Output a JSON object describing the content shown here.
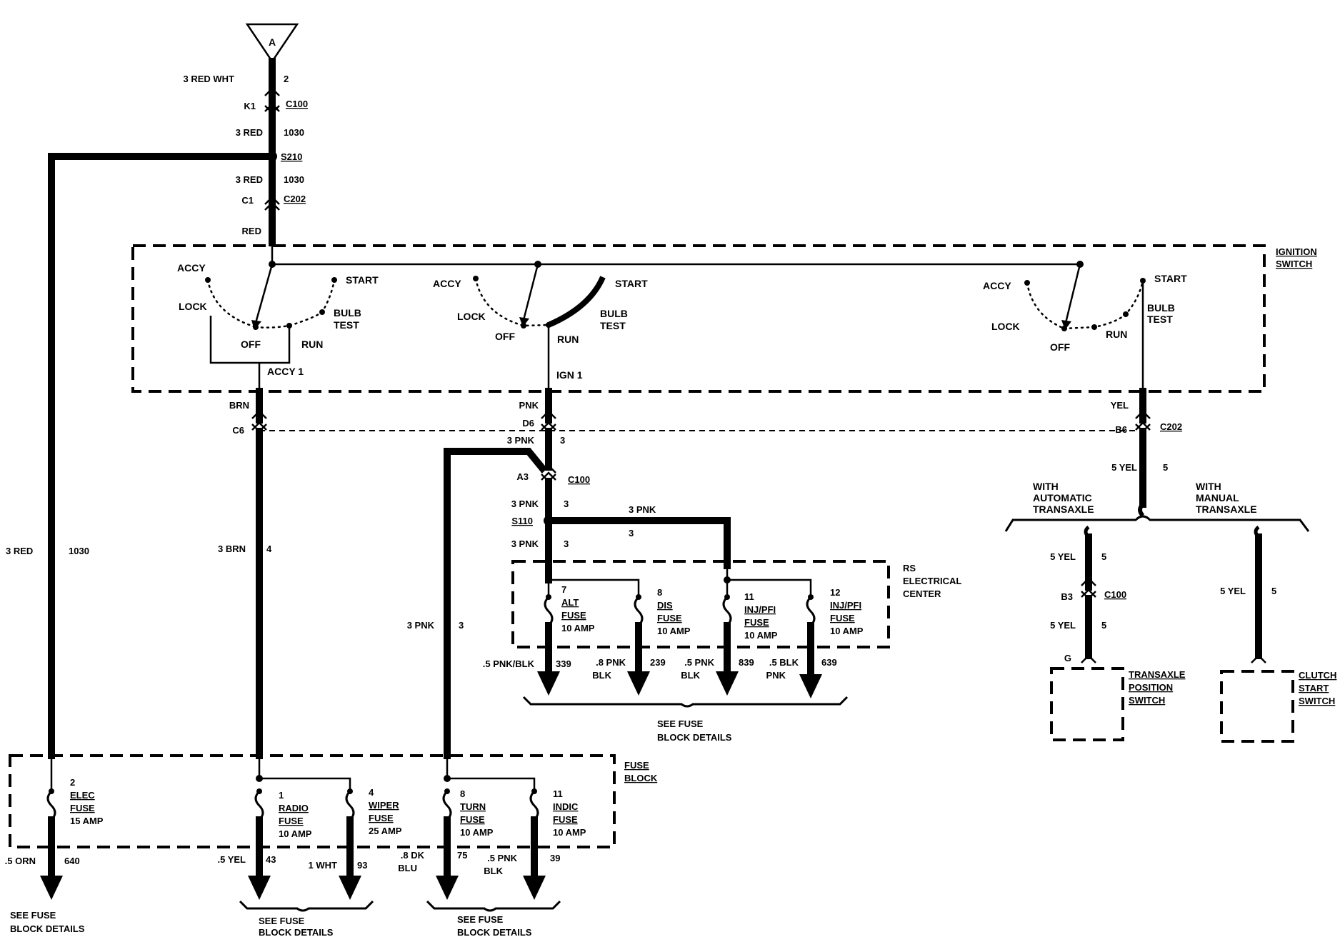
{
  "top": {
    "connector_label": "A",
    "wire1_size_color": "3 RED WHT",
    "wire1_circuit": "2",
    "c100_cavity": "K1",
    "c100_name": "C100",
    "wire2_size_color": "3 RED",
    "wire2_circuit": "1030",
    "s210": "S210",
    "wire3_size_color": "3 RED",
    "wire3_circuit": "1030",
    "c202_cavity": "C1",
    "c202_name": "C202",
    "red_label": "RED"
  },
  "left_wire": {
    "size_color": "3 RED",
    "circuit": "1030"
  },
  "ignition": {
    "title1": "IGNITION",
    "title2": "SWITCH"
  },
  "switch1": {
    "accy": "ACCY",
    "lock": "LOCK",
    "off": "OFF",
    "run": "RUN",
    "start": "START",
    "bulb": "BULB",
    "test": "TEST",
    "output": "ACCY 1"
  },
  "switch2": {
    "accy": "ACCY",
    "lock": "LOCK",
    "off": "OFF",
    "run": "RUN",
    "start": "START",
    "bulb": "BULB",
    "test": "TEST",
    "output": "IGN 1"
  },
  "switch3": {
    "accy": "ACCY",
    "lock": "LOCK",
    "off": "OFF",
    "run": "RUN",
    "start": "START",
    "bulb": "BULB",
    "test": "TEST"
  },
  "brn": {
    "color": "BRN",
    "cavity": "C6",
    "size_color": "3 BRN",
    "circuit": "4"
  },
  "pnk": {
    "color": "PNK",
    "d6": "D6",
    "wire_a": "3 PNK",
    "circuit_a": "3",
    "a3": "A3",
    "c100": "C100",
    "wire_b": "3 PNK",
    "circuit_b": "3",
    "s110": "S110",
    "wire_c": "3 PNK",
    "circuit_c": "3",
    "branch_wire": "3 PNK",
    "branch_circuit": "3",
    "turn_wire": "3 PNK",
    "turn_circuit": "3"
  },
  "yel": {
    "color": "YEL",
    "cavity": "B6",
    "connector": "C202",
    "size_color": "5 YEL",
    "circuit": "5"
  },
  "options": {
    "auto1": "WITH",
    "auto2": "AUTOMATIC",
    "auto3": "TRANSAXLE",
    "man1": "WITH",
    "man2": "MANUAL",
    "man3": "TRANSAXLE"
  },
  "auto": {
    "wire_a": "5 YEL",
    "circuit_a": "5",
    "cavity": "B3",
    "connector": "C100",
    "wire_b": "5 YEL",
    "circuit_b": "5",
    "pin": "G",
    "switch1": "TRANSAXLE",
    "switch2": "POSITION",
    "switch3": "SWITCH"
  },
  "manual": {
    "wire": "5 YEL",
    "circuit": "5",
    "switch1": "CLUTCH",
    "switch2": "START",
    "switch3": "SWITCH"
  },
  "rs": {
    "title1": "RS",
    "title2": "ELECTRICAL",
    "title3": "CENTER",
    "f1_num": "7",
    "f1_name": "ALT",
    "f1_type": "FUSE",
    "f1_amp": "10 AMP",
    "f2_num": "8",
    "f2_name": "DIS",
    "f2_type": "FUSE",
    "f2_amp": "10 AMP",
    "f3_num": "11",
    "f3_name": "INJ/PFI",
    "f3_type": "FUSE",
    "f3_amp": "10 AMP",
    "f4_num": "12",
    "f4_name": "INJ/PFI",
    "f4_type": "FUSE",
    "f4_amp": "10 AMP",
    "out1_wire": ".5 PNK/BLK",
    "out1_circuit": "339",
    "out2_wire1": ".8 PNK",
    "out2_wire2": "BLK",
    "out2_circuit": "239",
    "out3_wire1": ".5 PNK",
    "out3_wire2": "BLK",
    "out3_circuit": "839",
    "out4_wire1": ".5 BLK",
    "out4_wire2": "PNK",
    "out4_circuit": "639",
    "see1": "SEE FUSE",
    "see2": "BLOCK DETAILS"
  },
  "fuse_block": {
    "title1": "FUSE",
    "title2": "BLOCK",
    "elec_num": "2",
    "elec_name": "ELEC",
    "elec_type": "FUSE",
    "elec_amp": "15 AMP",
    "radio_num": "1",
    "radio_name": "RADIO",
    "radio_type": "FUSE",
    "radio_amp": "10 AMP",
    "wiper_num": "4",
    "wiper_name": "WIPER",
    "wiper_type": "FUSE",
    "wiper_amp": "25 AMP",
    "turn_num": "8",
    "turn_name": "TURN",
    "turn_type": "FUSE",
    "turn_amp": "10 AMP",
    "indic_num": "11",
    "indic_name": "INDIC",
    "indic_type": "FUSE",
    "indic_amp": "10 AMP",
    "out_elec_wire": ".5 ORN",
    "out_elec_circuit": "640",
    "out_radio_wire": ".5 YEL",
    "out_radio_circuit": "43",
    "out_wiper_wire": "1 WHT",
    "out_wiper_circuit": "93",
    "out_turn_wire1": ".8 DK",
    "out_turn_wire2": "BLU",
    "out_turn_circuit": "75",
    "out_indic_wire1": ".5 PNK",
    "out_indic_wire2": "BLK",
    "out_indic_circuit": "39",
    "see_elec1": "SEE FUSE",
    "see_elec2": "BLOCK DETAILS",
    "see_rw1": "SEE FUSE",
    "see_rw2": "BLOCK DETAILS",
    "see_ti1": "SEE FUSE",
    "see_ti2": "BLOCK DETAILS"
  }
}
